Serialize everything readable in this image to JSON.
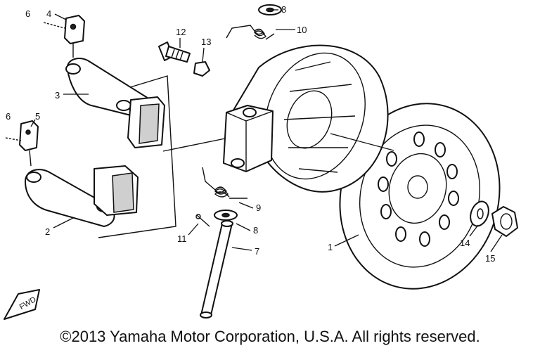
{
  "diagram": {
    "parts": [
      {
        "key": "p1",
        "number": "1"
      },
      {
        "key": "p2",
        "number": "2"
      },
      {
        "key": "p3",
        "number": "3"
      },
      {
        "key": "p4",
        "number": "4"
      },
      {
        "key": "p5",
        "number": "5"
      },
      {
        "key": "p6a",
        "number": "6"
      },
      {
        "key": "p6b",
        "number": "6"
      },
      {
        "key": "p7",
        "number": "7"
      },
      {
        "key": "p8a",
        "number": "8"
      },
      {
        "key": "p8b",
        "number": "8"
      },
      {
        "key": "p9",
        "number": "9"
      },
      {
        "key": "p10",
        "number": "10"
      },
      {
        "key": "p11",
        "number": "11"
      },
      {
        "key": "p12",
        "number": "12"
      },
      {
        "key": "p13",
        "number": "13"
      },
      {
        "key": "p14",
        "number": "14"
      },
      {
        "key": "p15",
        "number": "15"
      }
    ],
    "fwd_badge": "FWD"
  },
  "footer": {
    "copyright": "©2013 Yamaha Motor Corporation, U.S.A. All rights reserved."
  }
}
